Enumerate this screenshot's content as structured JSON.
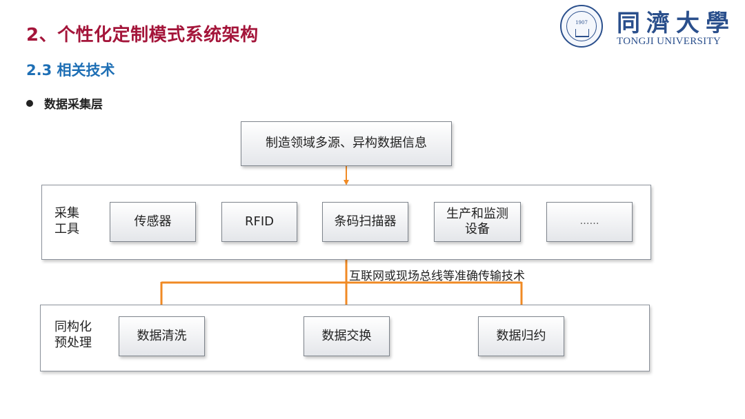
{
  "header": {
    "title": "2、个性化定制模式系统架构",
    "subtitle": "2.3 相关技术",
    "bullet": "数据采集层"
  },
  "logo": {
    "name_cn": "同濟大學",
    "name_en": "TONGJI UNIVERSITY",
    "seal_year": "1907"
  },
  "diagram": {
    "source": "制造领域多源、异构数据信息",
    "collection": {
      "label_line1": "采集",
      "label_line2": "工具",
      "items": {
        "sensor": "传感器",
        "rfid": "RFID",
        "barcode": "条码扫描器",
        "monitor_line1": "生产和监测",
        "monitor_line2": "设备",
        "more": "……"
      }
    },
    "transmission": "互联网或现场总线等准确传输技术",
    "preprocess": {
      "label_line1": "同构化",
      "label_line2": "预处理",
      "items": {
        "cleaning": "数据清洗",
        "exchange": "数据交换",
        "reduction": "数据归约"
      }
    },
    "colors": {
      "arrow": "#f08a24",
      "title": "#a4153a",
      "subtitle": "#1e6fb5",
      "logo": "#2a4f8c"
    }
  }
}
